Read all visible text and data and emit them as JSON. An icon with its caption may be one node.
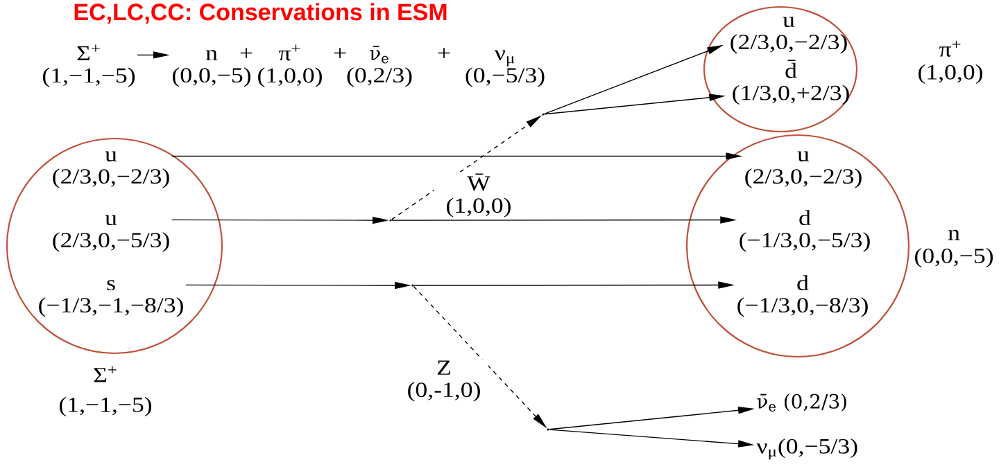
{
  "diagram": {
    "title": "EC,LC,CC: Conservations in ESM",
    "nodes": [
      {
        "text": [
          "Σ$^{+}$",
          "(1,−1,−5)"
        ]
      },
      {
        "text": [
          "n",
          "(0,0,−5)"
        ]
      },
      {
        "text": [
          "π$^{+}$",
          "(1,0,0)"
        ]
      },
      {
        "text": [
          "ν̄$_{e}$",
          "(0,2/3)"
        ]
      },
      {
        "text": [
          "ν$_{μ}$",
          "(0,−5/3)"
        ]
      },
      {
        "text": [],
        "shape": "circle",
        "beside": [
          "Σ$^{+}$",
          "(1,−1,−5)"
        ]
      },
      {
        "text": [
          "u",
          "(2/3,0,−2/3)"
        ],
        "in": 5
      },
      {
        "text": [
          "u",
          "(2/3,0,−5/3)"
        ],
        "in": 5
      },
      {
        "text": [
          "s",
          "(−1/3,−1,−8/3)"
        ],
        "in": 5
      },
      {
        "text": [],
        "shape": "ellipse",
        "beside": [
          "π$^{+}$",
          "(1,0,0)"
        ]
      },
      {
        "text": [
          "u",
          "(2/3,0,−2/3)"
        ],
        "in": 9
      },
      {
        "text": [
          "d̄",
          "(1/3,0,+2/3)"
        ],
        "in": 9
      },
      {
        "text": [],
        "shape": "circle",
        "beside": [
          "n",
          "(0,0,−5)"
        ]
      },
      {
        "text": [
          "u",
          "(2/3,0,−2/3)"
        ],
        "in": 12
      },
      {
        "text": [
          "d",
          "(−1/3,0,−5/3)"
        ],
        "in": 12
      },
      {
        "text": [
          "d",
          "(−1/3,0,−8/3)"
        ],
        "in": 12
      },
      {
        "text": [],
        "shape": "point"
      },
      {
        "text": [],
        "shape": "point"
      },
      {
        "text": [],
        "shape": "point"
      },
      {
        "text": [],
        "shape": "point"
      },
      {
        "text": [
          "ν̄$_{e}$ (0,2/3)"
        ]
      },
      {
        "text": [
          "ν$_{μ}$(0,−5/3)"
        ]
      }
    ],
    "edges": [
      {
        "from": 0,
        "to": 1,
        "arrow": "to"
      },
      {
        "from": 6,
        "to": 13,
        "arrow": "to"
      },
      {
        "from": 7,
        "to": 16,
        "arrow": "to"
      },
      {
        "from": 16,
        "to": 14,
        "arrow": "to"
      },
      {
        "from": 8,
        "to": 17,
        "arrow": "to"
      },
      {
        "from": 17,
        "to": 15,
        "arrow": "to"
      },
      {
        "from": 16,
        "to": 18,
        "arrow": "to",
        "style": "dashed",
        "label": "W̄ (1,0,0)"
      },
      {
        "from": 18,
        "to": 10,
        "arrow": "to"
      },
      {
        "from": 18,
        "to": 11,
        "arrow": "to"
      },
      {
        "from": 17,
        "to": 19,
        "arrow": "to",
        "style": "dashed",
        "label": "Z (0,-1,0)"
      },
      {
        "from": 19,
        "to": 20,
        "arrow": "to"
      },
      {
        "from": 19,
        "to": 21,
        "arrow": "to"
      }
    ],
    "labels": [
      "+",
      "+",
      "+"
    ]
  }
}
